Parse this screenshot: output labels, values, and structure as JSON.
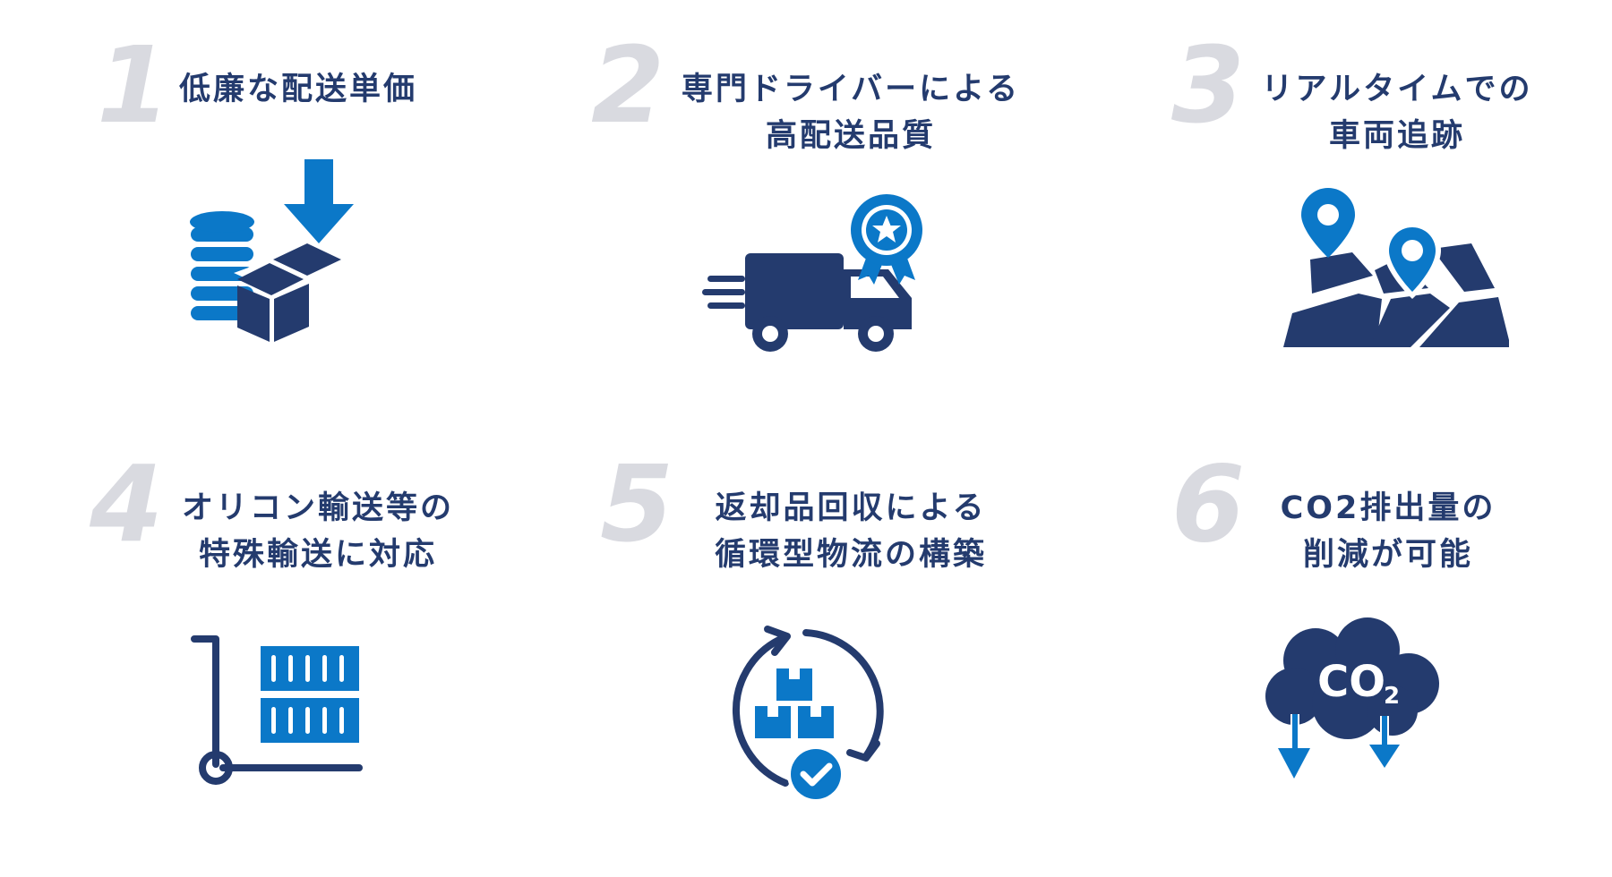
{
  "colors": {
    "navy": "#243b6e",
    "blue": "#0b78c8",
    "number_gray": "#d9dae0",
    "background": "#ffffff"
  },
  "features": [
    {
      "number": "1",
      "title_lines": [
        "低廉な配送単価"
      ],
      "icon": "coins-box-price-down-icon"
    },
    {
      "number": "2",
      "title_lines": [
        "専門ドライバーによる",
        "高配送品質"
      ],
      "icon": "delivery-truck-award-icon"
    },
    {
      "number": "3",
      "title_lines": [
        "リアルタイムでの",
        "車両追跡"
      ],
      "icon": "map-location-pins-icon"
    },
    {
      "number": "4",
      "title_lines": [
        "オリコン輸送等の",
        "特殊輸送に対応"
      ],
      "icon": "hand-truck-containers-icon"
    },
    {
      "number": "5",
      "title_lines": [
        "返却品回収による",
        "循環型物流の構築"
      ],
      "icon": "recycle-boxes-check-icon"
    },
    {
      "number": "6",
      "title_lines": [
        "CO2排出量の",
        "削減が可能"
      ],
      "icon": "co2-cloud-reduction-icon",
      "icon_text": {
        "co": "CO",
        "sub": "2"
      }
    }
  ]
}
